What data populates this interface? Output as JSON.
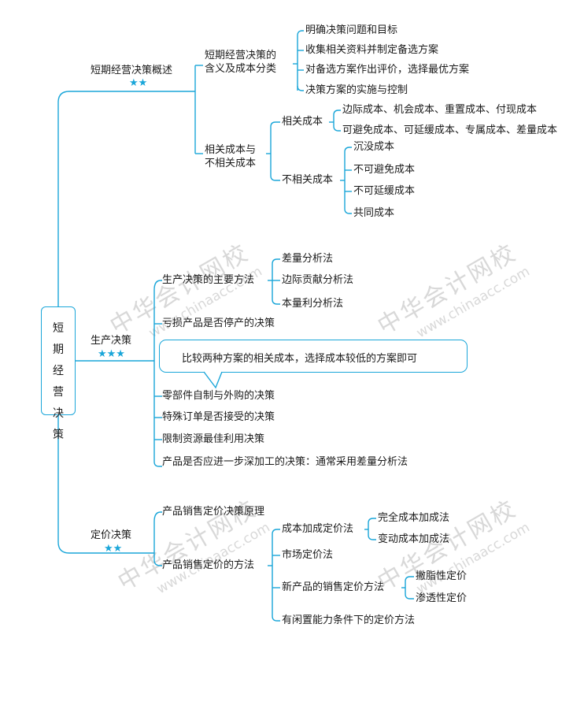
{
  "watermark": {
    "cn": "中华会计网校",
    "url": "www.chinaacc.com"
  },
  "root": {
    "label": "短\n期\n经\n营\n决\n策"
  },
  "b1": {
    "label": "短期经营决策概述",
    "stars": "★★",
    "c1": {
      "label_line1": "短期经营决策的",
      "label_line2": "含义及成本分类",
      "items": [
        "明确决策问题和目标",
        "收集相关资料并制定备选方案",
        "对备选方案作出评价，选择最优方案",
        "决策方案的实施与控制"
      ]
    },
    "c2": {
      "label_line1": "相关成本与",
      "label_line2": "不相关成本",
      "relevant": {
        "label": "相关成本",
        "items": [
          "边际成本、机会成本、重置成本、付现成本",
          "可避免成本、可延缓成本、专属成本、差量成本"
        ]
      },
      "irrelevant": {
        "label": "不相关成本",
        "items": [
          "沉没成本",
          "不可避免成本",
          "不可延缓成本",
          "共同成本"
        ]
      }
    }
  },
  "b2": {
    "label": "生产决策",
    "stars": "★★★",
    "methods": {
      "label": "生产决策的主要方法",
      "items": [
        "差量分析法",
        "边际贡献分析法",
        "本量利分析法"
      ]
    },
    "items": [
      "亏损产品是否停产的决策",
      "零部件自制与外购的决策",
      "特殊订单是否接受的决策",
      "限制资源最佳利用决策",
      "产品是否应进一步深加工的决策：通常采用差量分析法"
    ],
    "callout": "比较两种方案的相关成本，选择成本较低的方案即可"
  },
  "b3": {
    "label": "定价决策",
    "stars": "★★",
    "principle": "产品销售定价决策原理",
    "methods": {
      "label": "产品销售定价的方法",
      "cost_plus": {
        "label": "成本加成定价法",
        "items": [
          "完全成本加成法",
          "变动成本加成法"
        ]
      },
      "market": "市场定价法",
      "new_product": {
        "label": "新产品的销售定价方法",
        "items": [
          "撇脂性定价",
          "渗透性定价"
        ]
      },
      "idle": "有闲置能力条件下的定价方法"
    }
  }
}
